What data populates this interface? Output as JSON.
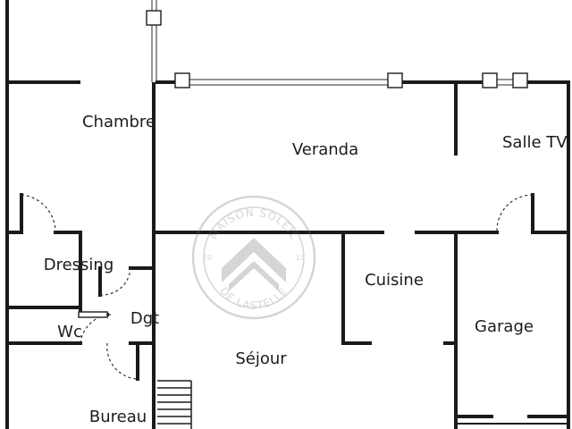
{
  "rooms": {
    "chambre": "Chambre",
    "veranda": "Veranda",
    "salle_tv": "Salle TV",
    "dressing": "Dressing",
    "cuisine": "Cuisine",
    "dgt": "Dgt",
    "wc": "Wc",
    "sejour": "Séjour",
    "garage": "Garage",
    "bureau": "Bureau"
  },
  "watermark": {
    "top_text": "MAISON SOLEIL",
    "bottom_text": "DE LASTELLE",
    "year_left": "20",
    "year_right": "15",
    "color": "#6b6b6b"
  }
}
